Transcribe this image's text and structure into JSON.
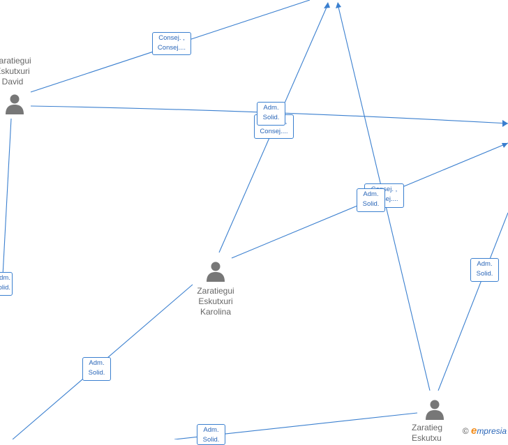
{
  "nodes": {
    "david": {
      "line1": "Zaratiegui",
      "line2": "Eskutxuri",
      "line3": "David"
    },
    "karolina": {
      "line1": "Zaratiegui",
      "line2": "Eskutxuri",
      "line3": "Karolina"
    },
    "bottom": {
      "line1": "Zaratieg",
      "line2": "Eskutxu"
    }
  },
  "badges": {
    "b1": {
      "l1": "Consej. ,",
      "l2": "Consej...."
    },
    "b2": {
      "l1": "Adm.",
      "l2": "Solid."
    },
    "b3": {
      "l1": "Consej. ,",
      "l2": "Consej...."
    },
    "b4": {
      "l1": "Consej. ,",
      "l2": "Consej...."
    },
    "b5": {
      "l1": "Adm.",
      "l2": "Solid."
    },
    "b6": {
      "l1": "Adm.",
      "l2": "Solid."
    },
    "b7": {
      "l1": "Adm.",
      "l2": "Solid."
    },
    "b8": {
      "l1": "Adm.",
      "l2": "Solid."
    },
    "b9": {
      "l1": "Adm.",
      "l2": "Solid."
    }
  },
  "watermark": {
    "copyright": "©",
    "brand_letter": "e",
    "brand_rest": "mpresia"
  },
  "colors": {
    "edge": "#3a7fcf",
    "person": "#777777",
    "label": "#666666"
  }
}
